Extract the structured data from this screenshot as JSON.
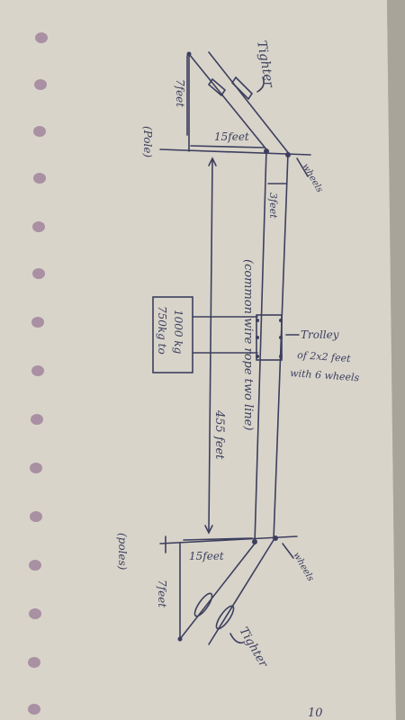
{
  "colors": {
    "paper": "#d8d4ca",
    "paper_shadow": "#a9a49a",
    "ink": "#3d3f5e",
    "hole": "#9a7a95"
  },
  "labels": {
    "tighter_top": "Tighter",
    "tighter_bottom": "Tighter",
    "pole_top": "(Pole)",
    "pole_bottom": "(poles)",
    "feet7_top": "7feet",
    "feet7_bottom": "7feet",
    "feet15_top": "15feet",
    "feet15_bottom": "15feet",
    "wheels_top": "wheels",
    "wheels_bottom": "wheels",
    "feet3": "3feet",
    "wire_rope": "(common wire rope two line)",
    "feet455": "455 feet",
    "load_line1": "750kg to",
    "load_line2": "1000 kg",
    "trolley_line1": "Trolley",
    "trolley_line2": "of 2x2 feet",
    "trolley_line3": "with 6 wheels",
    "corner": "10"
  }
}
